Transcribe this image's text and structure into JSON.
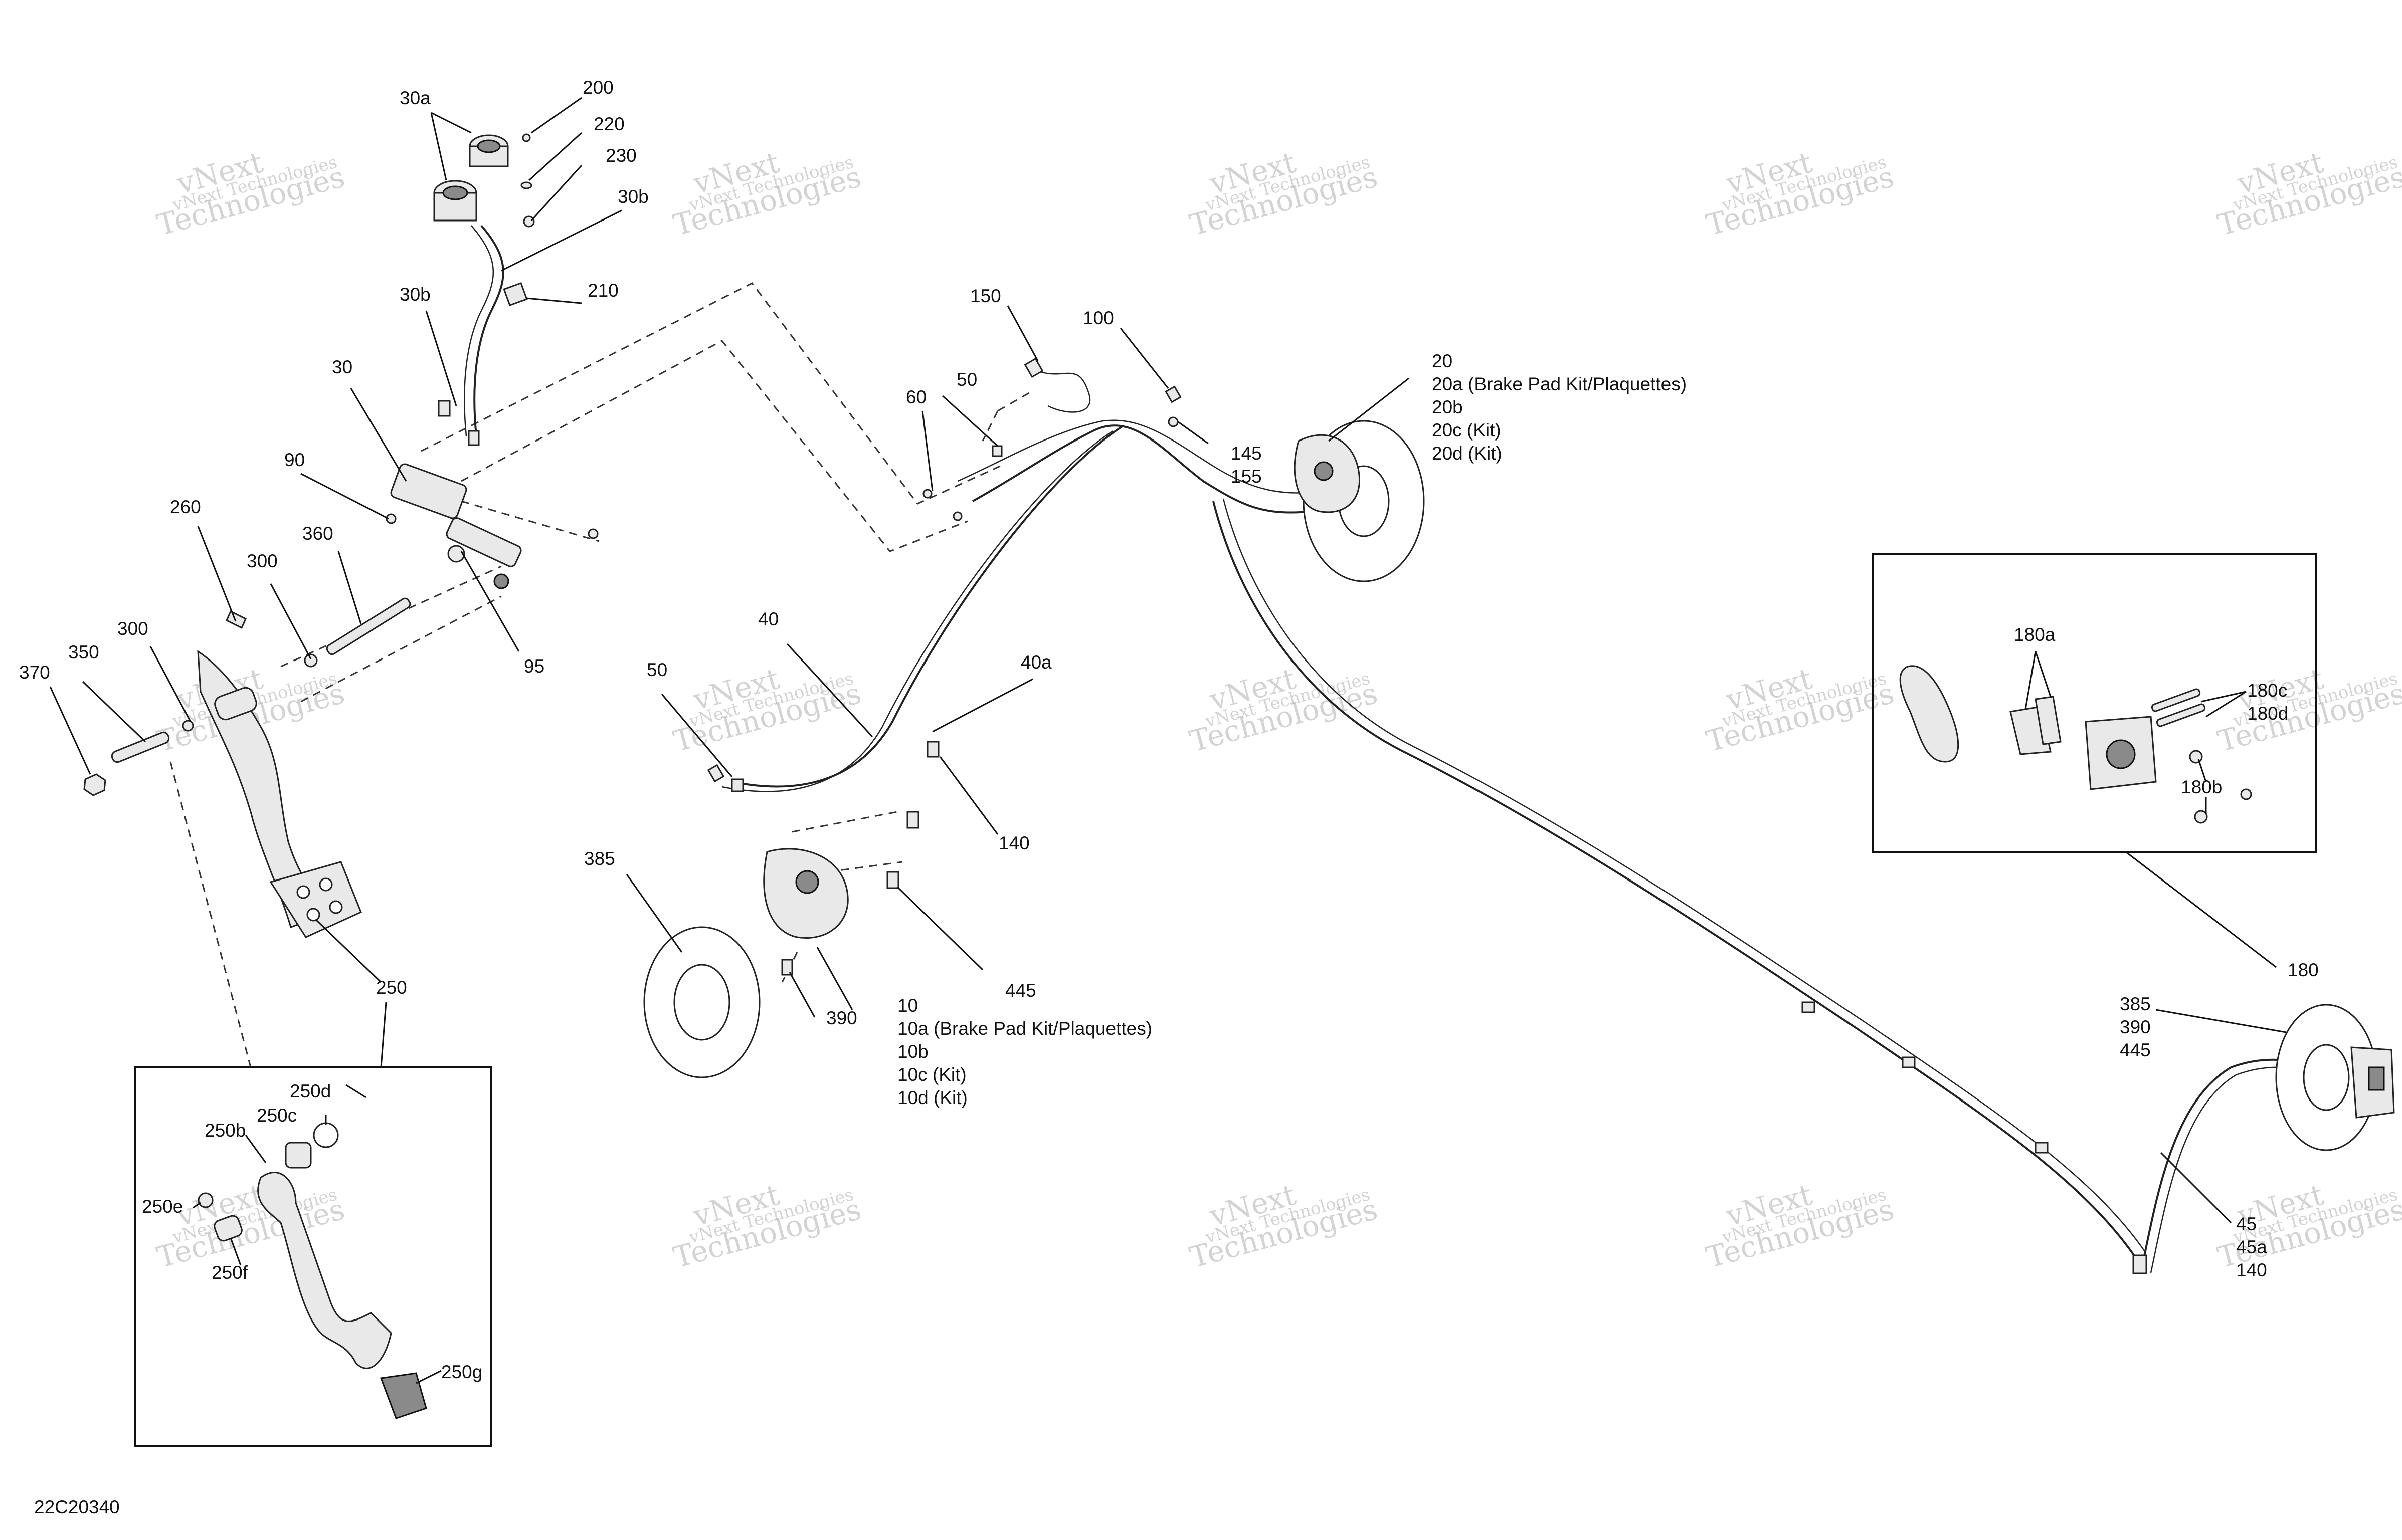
{
  "diagram_code": "22C20340",
  "watermark": {
    "line1": "vNext Technologies",
    "line2": "vNext",
    "line3": "Technologies"
  },
  "callouts": {
    "c30a": "30a",
    "c200": "200",
    "c220": "220",
    "c230": "230",
    "c30b_top": "30b",
    "c30b_left": "30b",
    "c210": "210",
    "c30": "30",
    "c90": "90",
    "c260": "260",
    "c300_a": "300",
    "c360": "360",
    "c95": "95",
    "c300_b": "300",
    "c350": "350",
    "c370": "370",
    "c250": "250",
    "c250d": "250d",
    "c250c": "250c",
    "c250b": "250b",
    "c250e": "250e",
    "c250f": "250f",
    "c250g": "250g",
    "c150": "150",
    "c100": "100",
    "c60": "60",
    "c50_top": "50",
    "c145": "145",
    "c155": "155",
    "c20": "20",
    "c20a": "20a (Brake Pad Kit/Plaquettes)",
    "c20b": "20b",
    "c20c": "20c (Kit)",
    "c20d": "20d (Kit)",
    "c40": "40",
    "c40a": "40a",
    "c50_mid": "50",
    "c140_mid": "140",
    "c385_mid": "385",
    "c445_mid": "445",
    "c390_mid": "390",
    "c10": "10",
    "c10a": "10a (Brake Pad Kit/Plaquettes)",
    "c10b": "10b",
    "c10c": "10c (Kit)",
    "c10d": "10d (Kit)",
    "c180a": "180a",
    "c180c": "180c",
    "c180d": "180d",
    "c180b": "180b",
    "c180": "180",
    "c385_right": "385",
    "c390_right": "390",
    "c445_right": "445",
    "c45": "45",
    "c45a": "45a",
    "c140_right": "140"
  }
}
